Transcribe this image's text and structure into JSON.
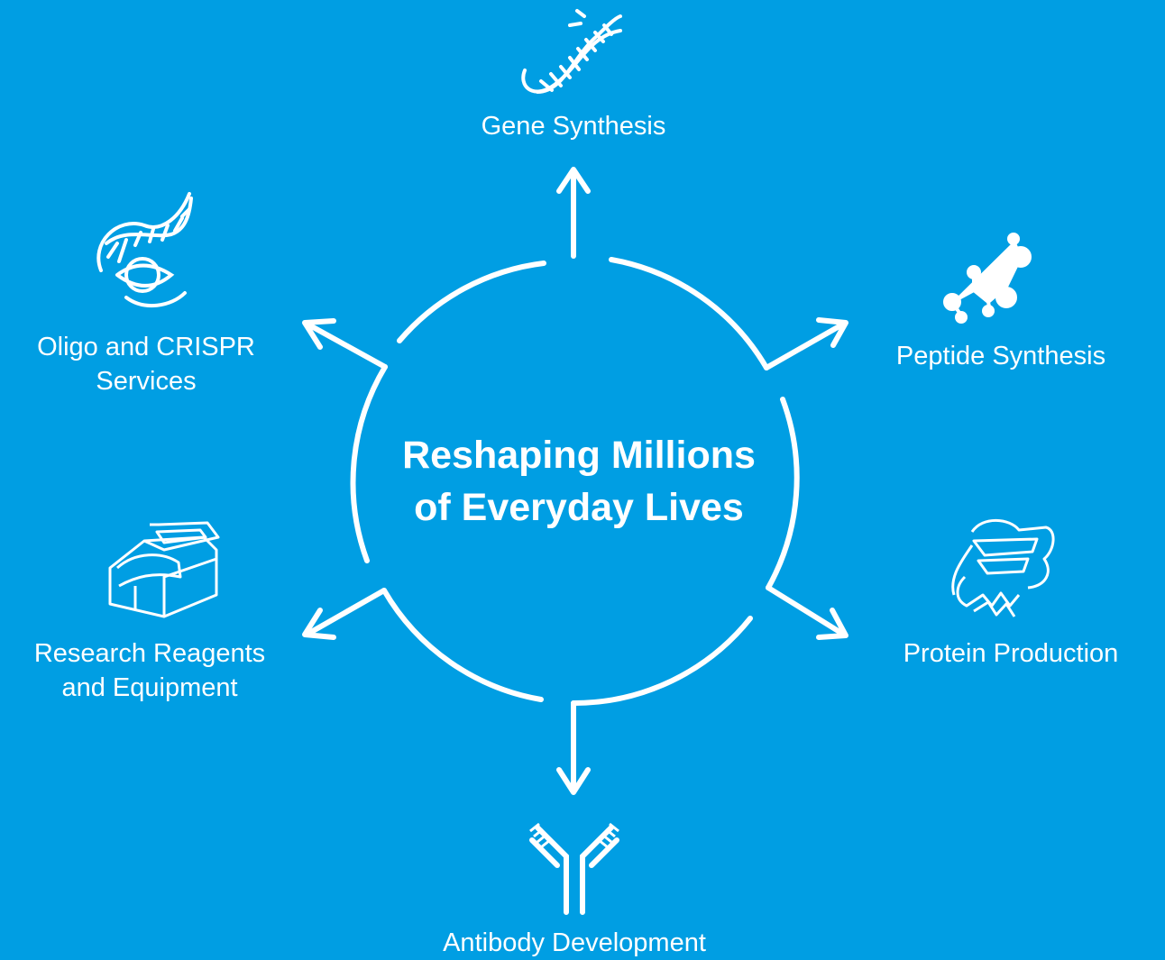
{
  "background_color": "#009ee3",
  "foreground_color": "#ffffff",
  "center": {
    "line1": "Reshaping Millions",
    "line2": "of Everyday Lives"
  },
  "nodes": [
    {
      "id": "gene",
      "label": "Gene Synthesis",
      "icon": "dna-helix-icon"
    },
    {
      "id": "peptide",
      "label": "Peptide Synthesis",
      "icon": "molecule-icon"
    },
    {
      "id": "protein",
      "label": "Protein Production",
      "icon": "protein-structure-icon"
    },
    {
      "id": "antibody",
      "label": "Antibody Development",
      "icon": "antibody-icon"
    },
    {
      "id": "reagents",
      "label_line1": "Research Reagents",
      "label_line2": "and Equipment",
      "icon": "lab-instrument-icon"
    },
    {
      "id": "oligo",
      "label_line1": "Oligo and CRISPR",
      "label_line2": "Services",
      "icon": "crispr-dna-icon"
    }
  ]
}
